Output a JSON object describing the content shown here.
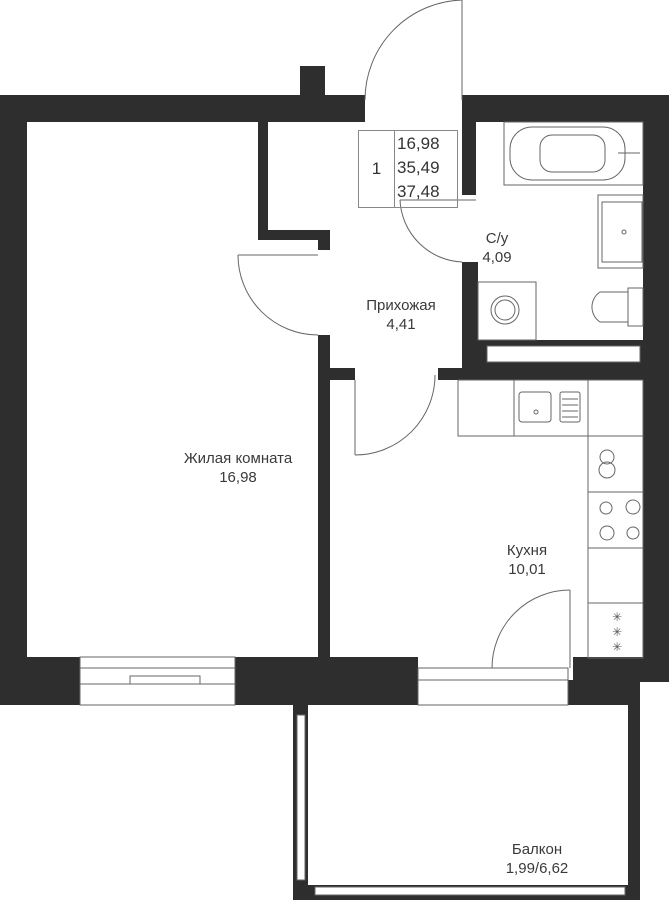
{
  "colors": {
    "wall": "#2e2e2e",
    "line": "#555555",
    "background": "#ffffff"
  },
  "info": {
    "rooms": "1",
    "living_area": "16,98",
    "total_area": "35,49",
    "total_with_balcony": "37,48"
  },
  "rooms": [
    {
      "name": "Жилая комната",
      "area": "16,98"
    },
    {
      "name": "Прихожая",
      "area": "4,41"
    },
    {
      "name": "С/у",
      "area": "4,09"
    },
    {
      "name": "Кухня",
      "area": "10,01"
    },
    {
      "name": "Балкон",
      "area": "1,99/6,62"
    }
  ]
}
